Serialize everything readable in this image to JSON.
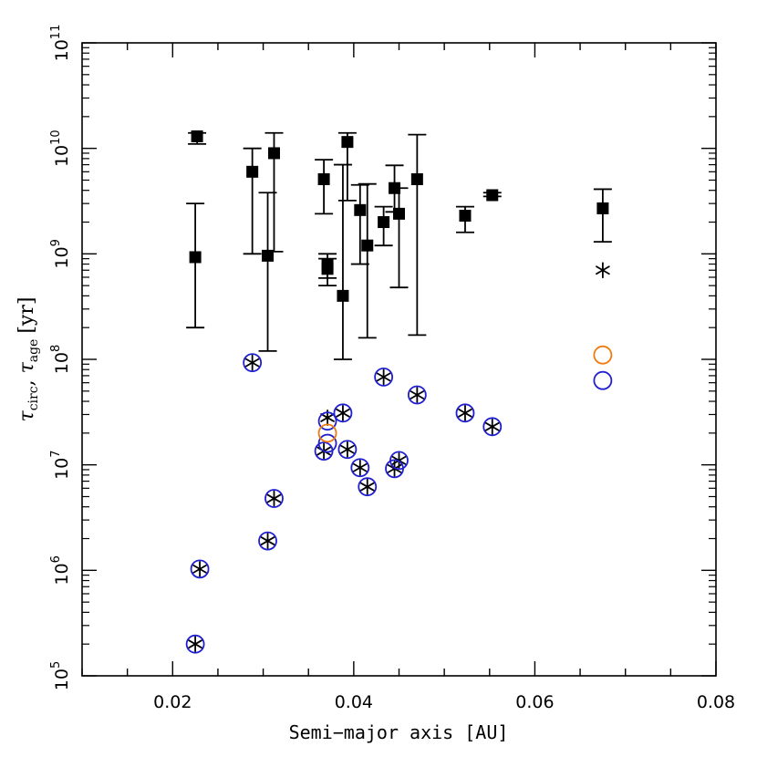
{
  "chart_data": {
    "type": "scatter",
    "title": "",
    "xlabel": "Semi−major axis [AU]",
    "ylabel": {
      "tau": "τ",
      "sub_circ": "circ",
      "sep": ", ",
      "sub_age": "age",
      "units": "[yr]"
    },
    "xlim": [
      0.01,
      0.08
    ],
    "ylim_log10": [
      5,
      11
    ],
    "yscale": "log",
    "grid": false,
    "legend": "none",
    "x_ticks": [
      {
        "value": 0.02,
        "label": "0.02"
      },
      {
        "value": 0.04,
        "label": "0.04"
      },
      {
        "value": 0.06,
        "label": "0.06"
      },
      {
        "value": 0.08,
        "label": "0.08"
      }
    ],
    "x_minor_step": 0.005,
    "y_ticks": [
      {
        "exp": 5,
        "base": "10",
        "power": "5"
      },
      {
        "exp": 6,
        "base": "10",
        "power": "6"
      },
      {
        "exp": 7,
        "base": "10",
        "power": "7"
      },
      {
        "exp": 8,
        "base": "10",
        "power": "8"
      },
      {
        "exp": 9,
        "base": "10",
        "power": "9"
      },
      {
        "exp": 10,
        "base": "10",
        "power": "10"
      },
      {
        "exp": 11,
        "base": "10",
        "power": "11"
      }
    ],
    "colors": {
      "age": "#000000",
      "circ_star": "#000000",
      "circ_blue": "#1f1fd0",
      "circ_orange": "#f07a10"
    },
    "series": [
      {
        "role": "age",
        "marker": "filled-square",
        "points": [
          {
            "x": 0.0227,
            "y": 13000000000.0,
            "ylo": 11000000000.0,
            "yhi": 14000000000.0
          },
          {
            "x": 0.0225,
            "y": 930000000.0,
            "ylo": 200000000.0,
            "yhi": 3000000000.0
          },
          {
            "x": 0.0288,
            "y": 6000000000.0,
            "ylo": 1000000000.0,
            "yhi": 10000000000.0
          },
          {
            "x": 0.0305,
            "y": 960000000.0,
            "ylo": 120000000.0,
            "yhi": 3800000000.0
          },
          {
            "x": 0.0312,
            "y": 9000000000.0,
            "ylo": 1050000000.0,
            "yhi": 14000000000.0
          },
          {
            "x": 0.0367,
            "y": 5100000000.0,
            "ylo": 2400000000.0,
            "yhi": 7800000000.0
          },
          {
            "x": 0.0371,
            "y": 790000000.0,
            "ylo": 590000000.0,
            "yhi": 1000000000.0
          },
          {
            "x": 0.0371,
            "y": 720000000.0,
            "ylo": 500000000.0,
            "yhi": 900000000.0
          },
          {
            "x": 0.0388,
            "y": 400000000.0,
            "ylo": 100000000.0,
            "yhi": 7000000000.0
          },
          {
            "x": 0.0393,
            "y": 11500000000.0,
            "ylo": 3200000000.0,
            "yhi": 14000000000.0
          },
          {
            "x": 0.0407,
            "y": 2600000000.0,
            "ylo": 800000000.0,
            "yhi": 4500000000.0
          },
          {
            "x": 0.0415,
            "y": 1200000000.0,
            "ylo": 160000000.0,
            "yhi": 4600000000.0
          },
          {
            "x": 0.0433,
            "y": 2000000000.0,
            "ylo": 1200000000.0,
            "yhi": 2800000000.0
          },
          {
            "x": 0.0445,
            "y": 4200000000.0,
            "ylo": 2500000000.0,
            "yhi": 6900000000.0
          },
          {
            "x": 0.045,
            "y": 2400000000.0,
            "ylo": 480000000.0,
            "yhi": 4200000000.0
          },
          {
            "x": 0.047,
            "y": 5100000000.0,
            "ylo": 170000000.0,
            "yhi": 13500000000.0
          },
          {
            "x": 0.0523,
            "y": 2300000000.0,
            "ylo": 1600000000.0,
            "yhi": 2800000000.0
          },
          {
            "x": 0.0553,
            "y": 3600000000.0,
            "ylo": 3500000000.0,
            "yhi": 3800000000.0
          },
          {
            "x": 0.0675,
            "y": 2700000000.0,
            "ylo": 1300000000.0,
            "yhi": 4100000000.0
          }
        ]
      },
      {
        "role": "circ_star",
        "marker": "asterisk",
        "points": [
          {
            "x": 0.0225,
            "y": 200000.0
          },
          {
            "x": 0.023,
            "y": 1030000.0
          },
          {
            "x": 0.0288,
            "y": 93000000.0
          },
          {
            "x": 0.0305,
            "y": 1900000.0
          },
          {
            "x": 0.0312,
            "y": 4800000.0
          },
          {
            "x": 0.0367,
            "y": 13500000.0
          },
          {
            "x": 0.0371,
            "y": 28000000.0
          },
          {
            "x": 0.0388,
            "y": 31000000.0
          },
          {
            "x": 0.0393,
            "y": 14000000.0
          },
          {
            "x": 0.0407,
            "y": 9400000.0
          },
          {
            "x": 0.0415,
            "y": 6200000.0
          },
          {
            "x": 0.0433,
            "y": 68000000.0
          },
          {
            "x": 0.0445,
            "y": 9200000.0
          },
          {
            "x": 0.045,
            "y": 11000000.0
          },
          {
            "x": 0.047,
            "y": 46000000.0
          },
          {
            "x": 0.0523,
            "y": 31000000.0
          },
          {
            "x": 0.0553,
            "y": 23000000.0
          },
          {
            "x": 0.0675,
            "y": 700000000.0
          }
        ]
      },
      {
        "role": "circ_blue",
        "marker": "open-circle",
        "points": [
          {
            "x": 0.0225,
            "y": 200000.0
          },
          {
            "x": 0.023,
            "y": 1030000.0
          },
          {
            "x": 0.0288,
            "y": 93000000.0
          },
          {
            "x": 0.0305,
            "y": 1900000.0
          },
          {
            "x": 0.0312,
            "y": 4800000.0
          },
          {
            "x": 0.0367,
            "y": 13500000.0
          },
          {
            "x": 0.0371,
            "y": 16000000.0
          },
          {
            "x": 0.0371,
            "y": 26000000.0
          },
          {
            "x": 0.0388,
            "y": 31000000.0
          },
          {
            "x": 0.0393,
            "y": 14000000.0
          },
          {
            "x": 0.0407,
            "y": 9400000.0
          },
          {
            "x": 0.0415,
            "y": 6200000.0
          },
          {
            "x": 0.0433,
            "y": 68000000.0
          },
          {
            "x": 0.0445,
            "y": 9200000.0
          },
          {
            "x": 0.045,
            "y": 11000000.0
          },
          {
            "x": 0.047,
            "y": 46000000.0
          },
          {
            "x": 0.0523,
            "y": 31000000.0
          },
          {
            "x": 0.0553,
            "y": 23000000.0
          },
          {
            "x": 0.0675,
            "y": 63000000.0
          }
        ]
      },
      {
        "role": "circ_orange",
        "marker": "open-circle",
        "points": [
          {
            "x": 0.0371,
            "y": 20000000.0
          },
          {
            "x": 0.0675,
            "y": 110000000.0
          }
        ]
      }
    ]
  }
}
